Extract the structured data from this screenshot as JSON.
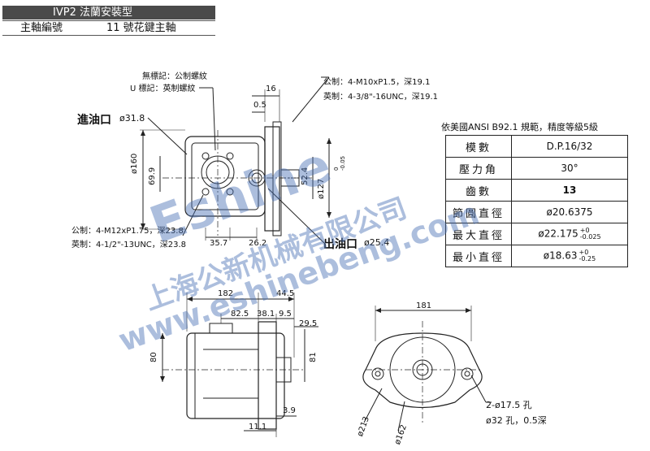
{
  "header": {
    "title": "IVP2 法蘭安裝型",
    "shaft_label": "主軸編號",
    "shaft_value": "11 號花鍵主軸"
  },
  "callouts": {
    "no_mark": "無標記：公制螺紋",
    "u_mark": "U 標記：英制螺紋",
    "top_metric": "公制：4-M10xP1.5，深19.1",
    "top_imperial": "英制：4-3/8\"-16UNC，深19.1",
    "inlet_label": "進油口",
    "inlet_dia": "ø31.8",
    "outlet_label": "出油口",
    "outlet_dia": "ø25.4",
    "bottom_metric": "公制：4-M12xP1.75，深23.8",
    "bottom_imperial": "英制：4-1/2\"-13UNC，深23.8",
    "hole_note1": "2-ø17.5 孔",
    "hole_note2": "ø32 孔，0.5深"
  },
  "dimensions": {
    "d16": "16",
    "d0_5": "0.5",
    "d160": "ø160",
    "d69_9": "69.9",
    "d52_4": "52.4",
    "d127": "ø127",
    "d127_tol": "0\n-0.05",
    "d35_7": "35.7",
    "d26_2": "26.2",
    "d182": "182",
    "d44_5": "44.5",
    "d82_5": "82.5",
    "d38_1": "38.1",
    "d9_5": "9.5",
    "d29_5": "29.5",
    "d80": "80",
    "d81": "81",
    "d3_9": "3.9",
    "d11_1": "11.1",
    "d181": "181",
    "d213": "ø213",
    "d162": "ø162"
  },
  "spec": {
    "caption": "依美國ANSI  B92.1 規範，精度等級5級",
    "rows": [
      {
        "key": "模數",
        "value": "D.P.16/32"
      },
      {
        "key": "壓力角",
        "value": "30°"
      },
      {
        "key": "齒數",
        "value": "13"
      },
      {
        "key": "節圓直徑",
        "value": "ø20.6375"
      },
      {
        "key": "最大直徑",
        "value": "ø22.175",
        "tol_up": "+0",
        "tol_down": "-0.025"
      },
      {
        "key": "最小直徑",
        "value": "ø18.63",
        "tol_up": "+0",
        "tol_down": "-0.25"
      }
    ]
  },
  "watermark": {
    "brand": "Eshine",
    "company_cn": "上海公新机械有限公司",
    "site": "www.eshinebeng.com"
  }
}
